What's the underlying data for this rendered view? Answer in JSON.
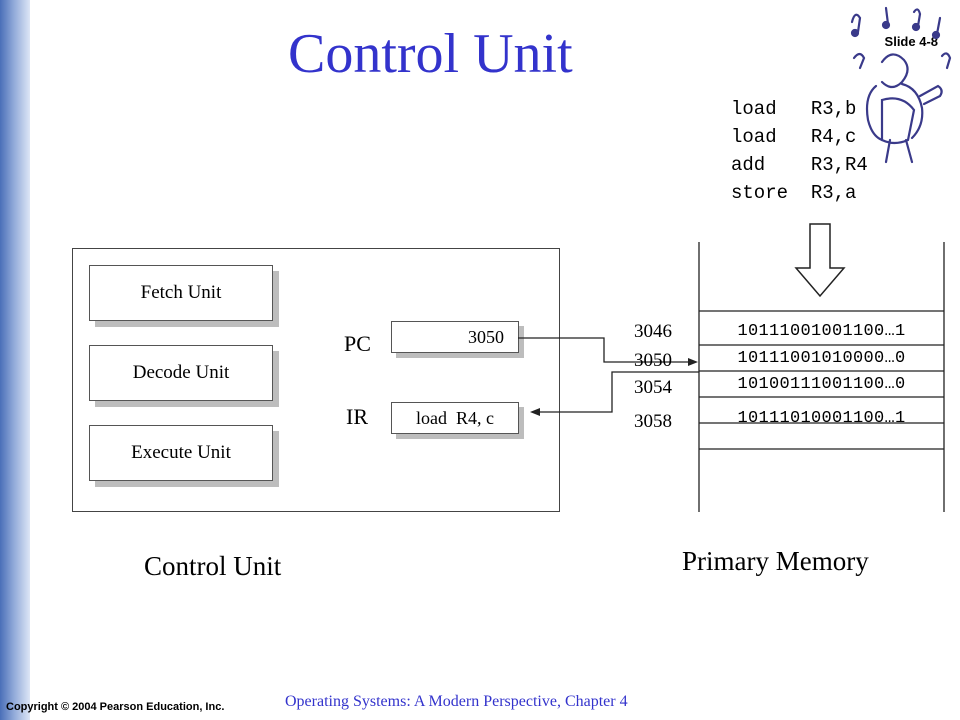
{
  "slide": {
    "title": "Control Unit",
    "slide_number": "Slide 4-8",
    "footer_left": "Copyright © 2004 Pearson Education, Inc.",
    "footer_center": "Operating Systems: A Modern Perspective, Chapter 4"
  },
  "program": {
    "lines": [
      "load   R3,b",
      "load   R4,c",
      "add    R3,R4",
      "store  R3,a"
    ]
  },
  "control_unit": {
    "units": [
      "Fetch Unit",
      "Decode Unit",
      "Execute Unit"
    ],
    "pc_label": "PC",
    "pc_value": "3050",
    "ir_label": "IR",
    "ir_value": "load  R4, c",
    "caption": "Control Unit"
  },
  "memory": {
    "caption": "Primary Memory",
    "addresses": [
      "3046",
      "3050",
      "3054",
      "3058"
    ],
    "words": [
      "10111001001100…1",
      "10111001010000…0",
      "10100111001100…0",
      "10111010001100…1"
    ]
  },
  "colors": {
    "title": "#3333cc",
    "footer_center": "#3333cc",
    "side_bar": "#4a6fb8"
  },
  "icons": [
    "musician-clipart-icon",
    "down-arrow-icon"
  ]
}
